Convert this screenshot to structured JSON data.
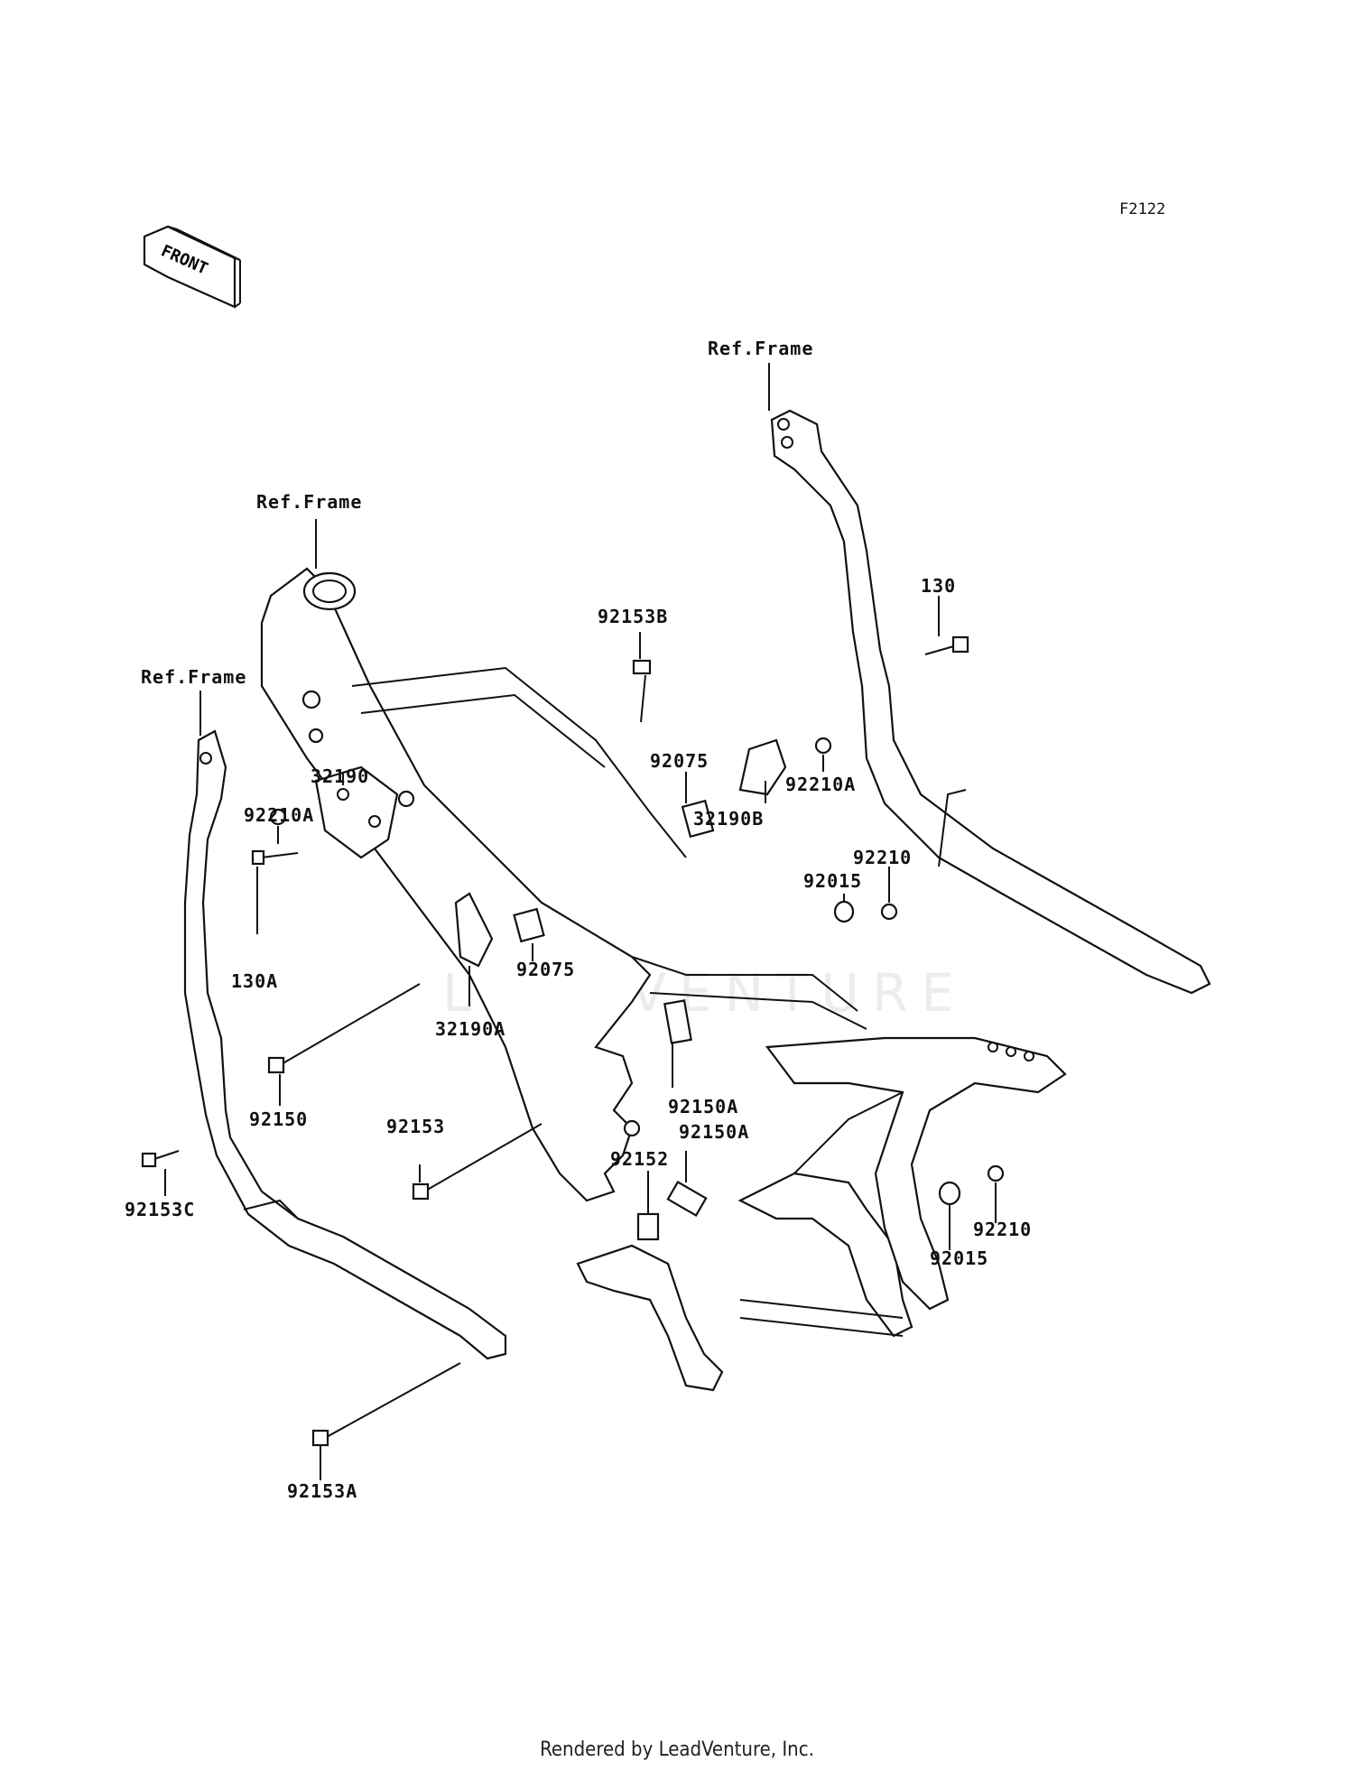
{
  "diagram_code": "F2122",
  "front_arrow": {
    "text": "FRONT",
    "icon": "front-direction-arrow-icon"
  },
  "watermark": "LEADVENTURE",
  "footer": "Rendered by LeadVenture, Inc.",
  "labels": {
    "ref_frame_top": "Ref.Frame",
    "ref_frame_mid": "Ref.Frame",
    "ref_frame_left": "Ref.Frame",
    "p130": "130",
    "p130a": "130A",
    "p92153b": "92153B",
    "p92075_top": "92075",
    "p92075_mid": "92075",
    "p32190": "32190",
    "p32190a": "32190A",
    "p32190b": "32190B",
    "p92210a_left": "92210A",
    "p92210a_right": "92210A",
    "p92210_upper": "92210",
    "p92210_lower": "92210",
    "p92015_upper": "92015",
    "p92015_lower": "92015",
    "p92150": "92150",
    "p92150a_upper": "92150A",
    "p92150a_lower": "92150A",
    "p92153": "92153",
    "p92152": "92152",
    "p92153c": "92153C",
    "p92153a": "92153A"
  }
}
